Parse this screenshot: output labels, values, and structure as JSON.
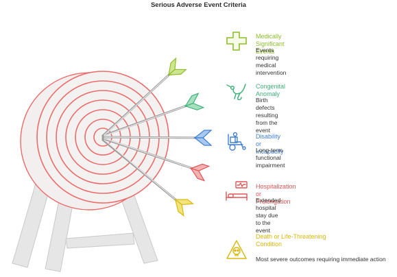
{
  "title": "Serious Adverse Event Criteria",
  "colors": {
    "ring_stroke": "#ec6b6b",
    "ring_fill": "#f2f0f0",
    "stand": "#e7e7e7",
    "green_light": "#b7d657",
    "green": "#6cc28c",
    "blue": "#5a93d8",
    "red": "#e56b6b",
    "yellow": "#e4cf3a"
  },
  "items": [
    {
      "label": "Medically Significant Events",
      "desc": "Events requiring medical intervention",
      "color": "#8dbd2a",
      "icon": "cross-icon"
    },
    {
      "label": "Congenital Anomaly",
      "desc": "Birth defects resulting from the event",
      "color": "#3fb27a",
      "icon": "stork-icon"
    },
    {
      "label": "Disability or Incapacity",
      "desc": "Long-term functional impairment",
      "color": "#3f7fd0",
      "icon": "wheelchair-icon"
    },
    {
      "label": "Hospitalization or Prolongation",
      "desc": "Extended hospital stay due to the event",
      "color": "#e05454",
      "icon": "hospital-bed-icon"
    },
    {
      "label": "Death or Life-Threatening Condition",
      "desc": "Most severe outcomes requiring immediate action",
      "color": "#d8b70f",
      "icon": "skull-icon"
    }
  ]
}
